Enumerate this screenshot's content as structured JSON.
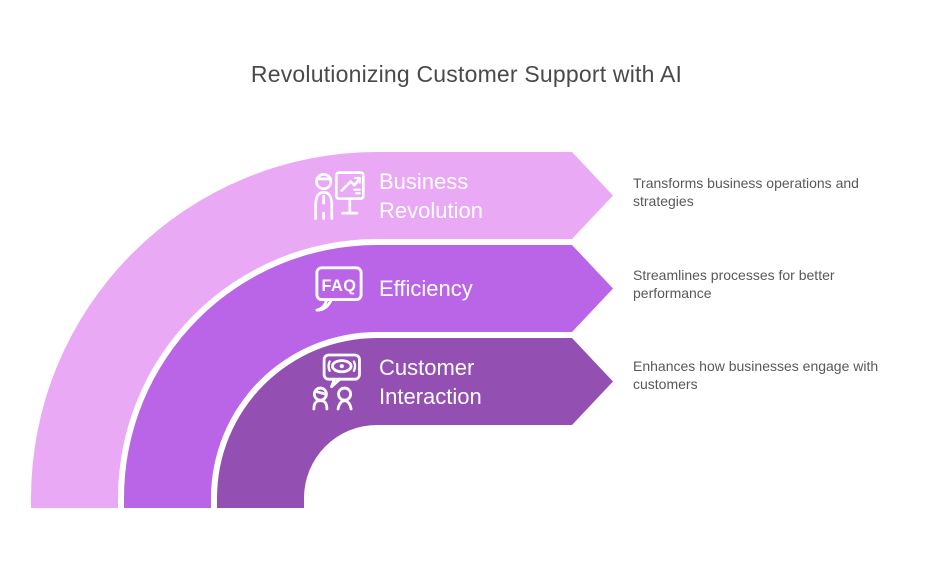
{
  "title": "Revolutionizing Customer Support with AI",
  "colors": {
    "background": "#ffffff",
    "title_text": "#4a4a4a",
    "label_text": "#ffffff",
    "description_text": "#595959"
  },
  "bands": [
    {
      "label": "Business Revolution",
      "description": "Transforms business operations and strategies",
      "icon": "presenter-chart-icon",
      "color": "#eaa9f5"
    },
    {
      "label": "Efficiency",
      "description": "Streamlines processes for better performance",
      "icon": "faq-speech-bubble-icon",
      "color": "#ba64e7"
    },
    {
      "label": "Customer Interaction",
      "description": "Enhances how businesses engage with customers",
      "icon": "eye-speech-bubble-people-icon",
      "color": "#9350b2"
    }
  ]
}
